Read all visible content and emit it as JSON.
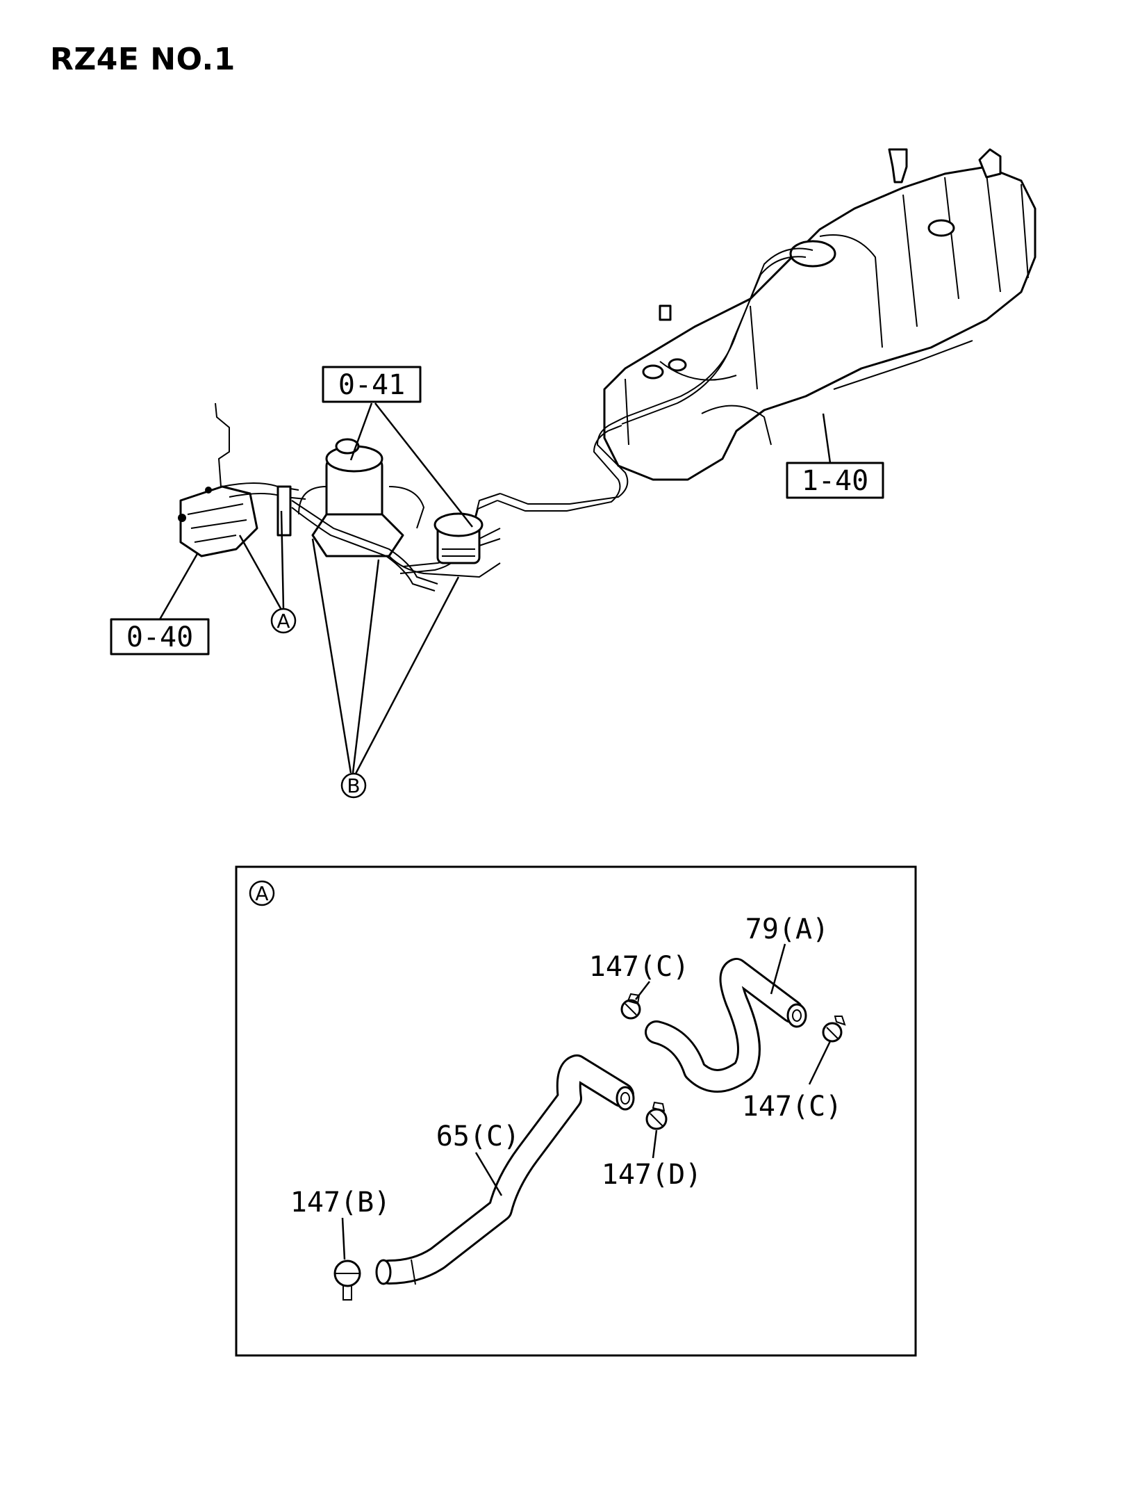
{
  "title": "RZ4E NO.1",
  "callouts": {
    "c0_41": "0-41",
    "c1_40": "1-40",
    "c0_40": "0-40",
    "marker_a": "A",
    "marker_b": "B"
  },
  "detail": {
    "marker": "A",
    "labels": {
      "p79a": "79(A)",
      "p147c_top": "147(C)",
      "p147c_right": "147(C)",
      "p65c": "65(C)",
      "p147d": "147(D)",
      "p147b": "147(B)"
    }
  }
}
